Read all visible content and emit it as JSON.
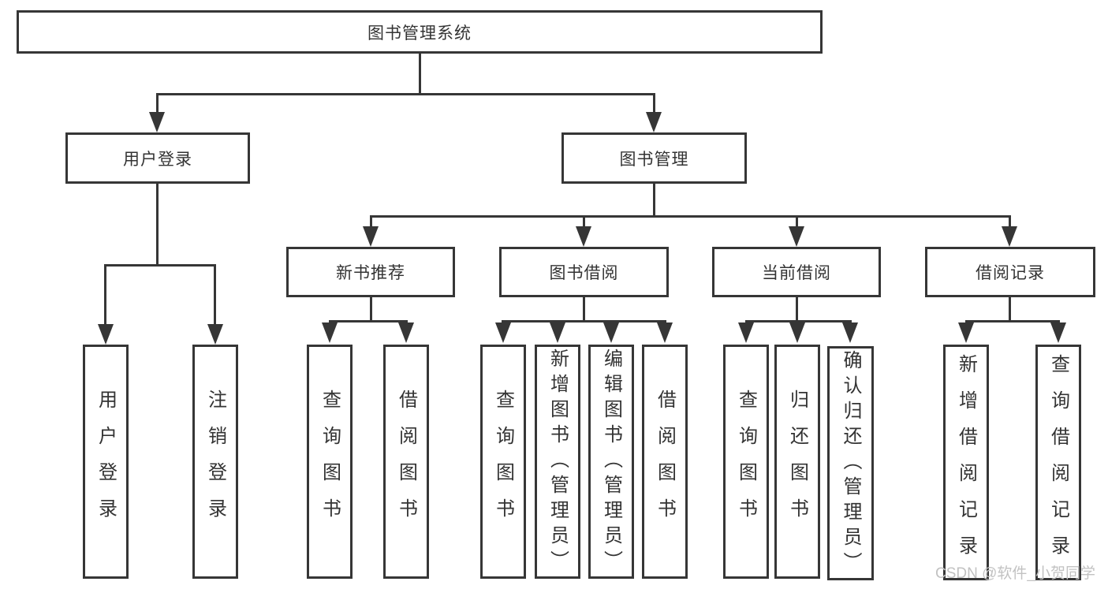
{
  "diagram_title": "图书管理系统",
  "tree": {
    "root": {
      "label": "图书管理系统"
    },
    "level2": {
      "user_login": {
        "label": "用户登录"
      },
      "book_management": {
        "label": "图书管理"
      }
    },
    "level3": {
      "new_book_recommend": {
        "label": "新书推荐"
      },
      "book_borrowing": {
        "label": "图书借阅"
      },
      "current_borrowing": {
        "label": "当前借阅"
      },
      "borrowing_records": {
        "label": "借阅记录"
      }
    },
    "leaves": {
      "user_login_children": [
        "用户登录",
        "注销登录"
      ],
      "new_book_recommend_children": [
        "查询图书",
        "借阅图书"
      ],
      "book_borrowing_children": [
        "查询图书",
        "新增图书（管理员）",
        "编辑图书（管理员）",
        "借阅图书"
      ],
      "current_borrowing_children": [
        "查询图书",
        "归还图书",
        "确认归还（管理员）"
      ],
      "borrowing_records_children": [
        "新增借阅记录",
        "查询借阅记录"
      ]
    }
  },
  "watermark": {
    "text": "CSDN @软件_小贺同学"
  },
  "colors": {
    "line": "#363636",
    "text": "#333333",
    "watermark_text": "#c2c2c2",
    "background": "#ffffff"
  }
}
